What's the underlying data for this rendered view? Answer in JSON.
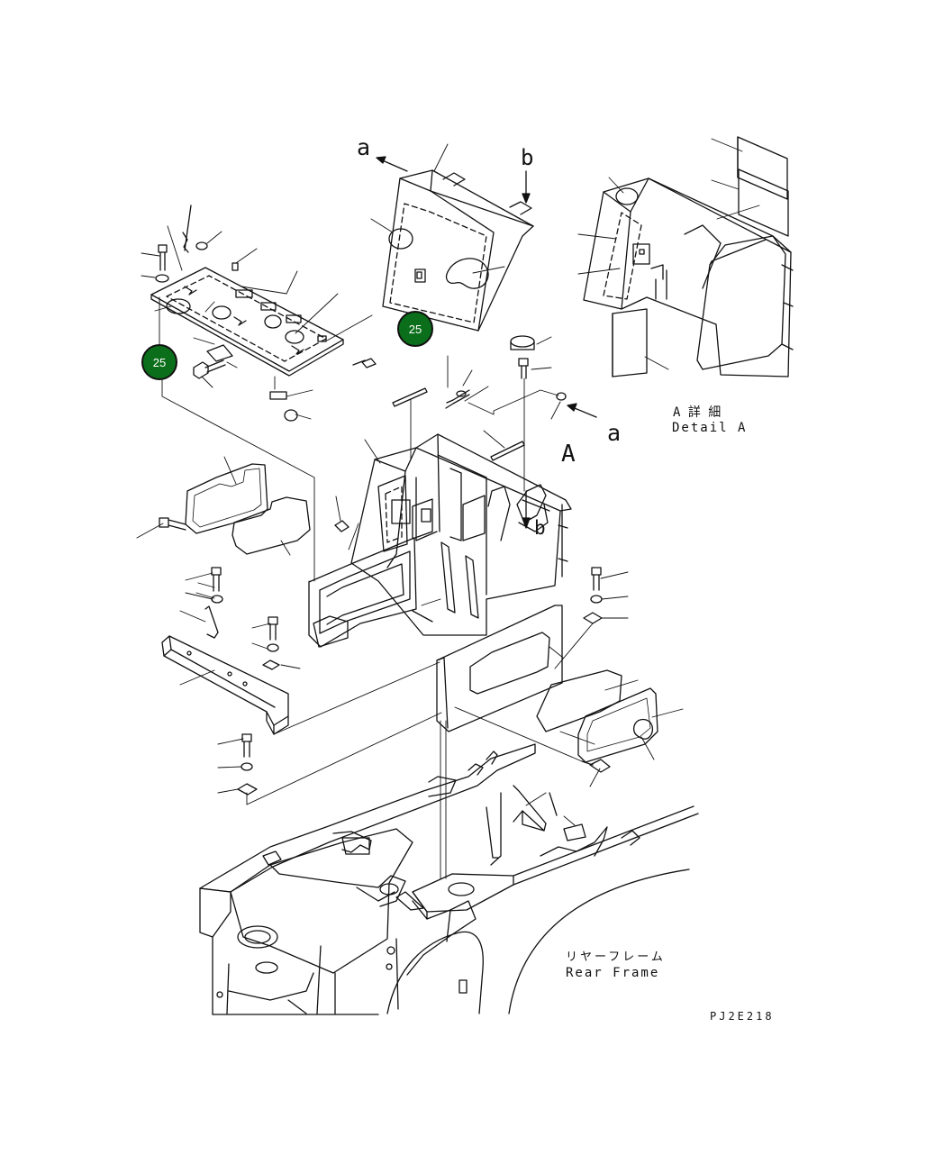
{
  "labels": {
    "view_a": "a",
    "view_b": "b",
    "view_a_lower": "a",
    "view_b_lower": "b",
    "view_A": "A",
    "detail_jp": "A 詳 細",
    "detail_en": "Detail A",
    "rear_frame_jp": "リヤーフレーム",
    "rear_frame_en": "Rear Frame",
    "drawing_code": "PJ2E218"
  },
  "badges": [
    {
      "text": "25",
      "color": "#0b6e1a"
    },
    {
      "text": "25",
      "color": "#0b6e1a"
    }
  ]
}
